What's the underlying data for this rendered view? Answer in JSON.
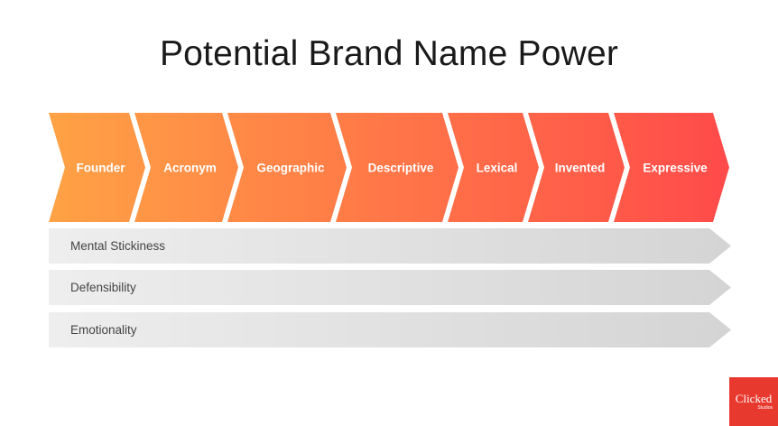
{
  "title": "Potential Brand Name Power",
  "gradient": {
    "start": "#ffa245",
    "end": "#ff4a4a"
  },
  "bar_color": {
    "start": "#eeeeee",
    "end": "#d4d4d4"
  },
  "stages": [
    {
      "label": "Founder"
    },
    {
      "label": "Acronym"
    },
    {
      "label": "Geographic"
    },
    {
      "label": "Descriptive"
    },
    {
      "label": "Lexical"
    },
    {
      "label": "Invented"
    },
    {
      "label": "Expressive"
    }
  ],
  "bars": [
    {
      "label": "Mental Stickiness"
    },
    {
      "label": "Defensibility"
    },
    {
      "label": "Emotionality"
    }
  ],
  "logo": {
    "main": "Clicked",
    "sub": "Studios",
    "color": "#e8392f"
  }
}
